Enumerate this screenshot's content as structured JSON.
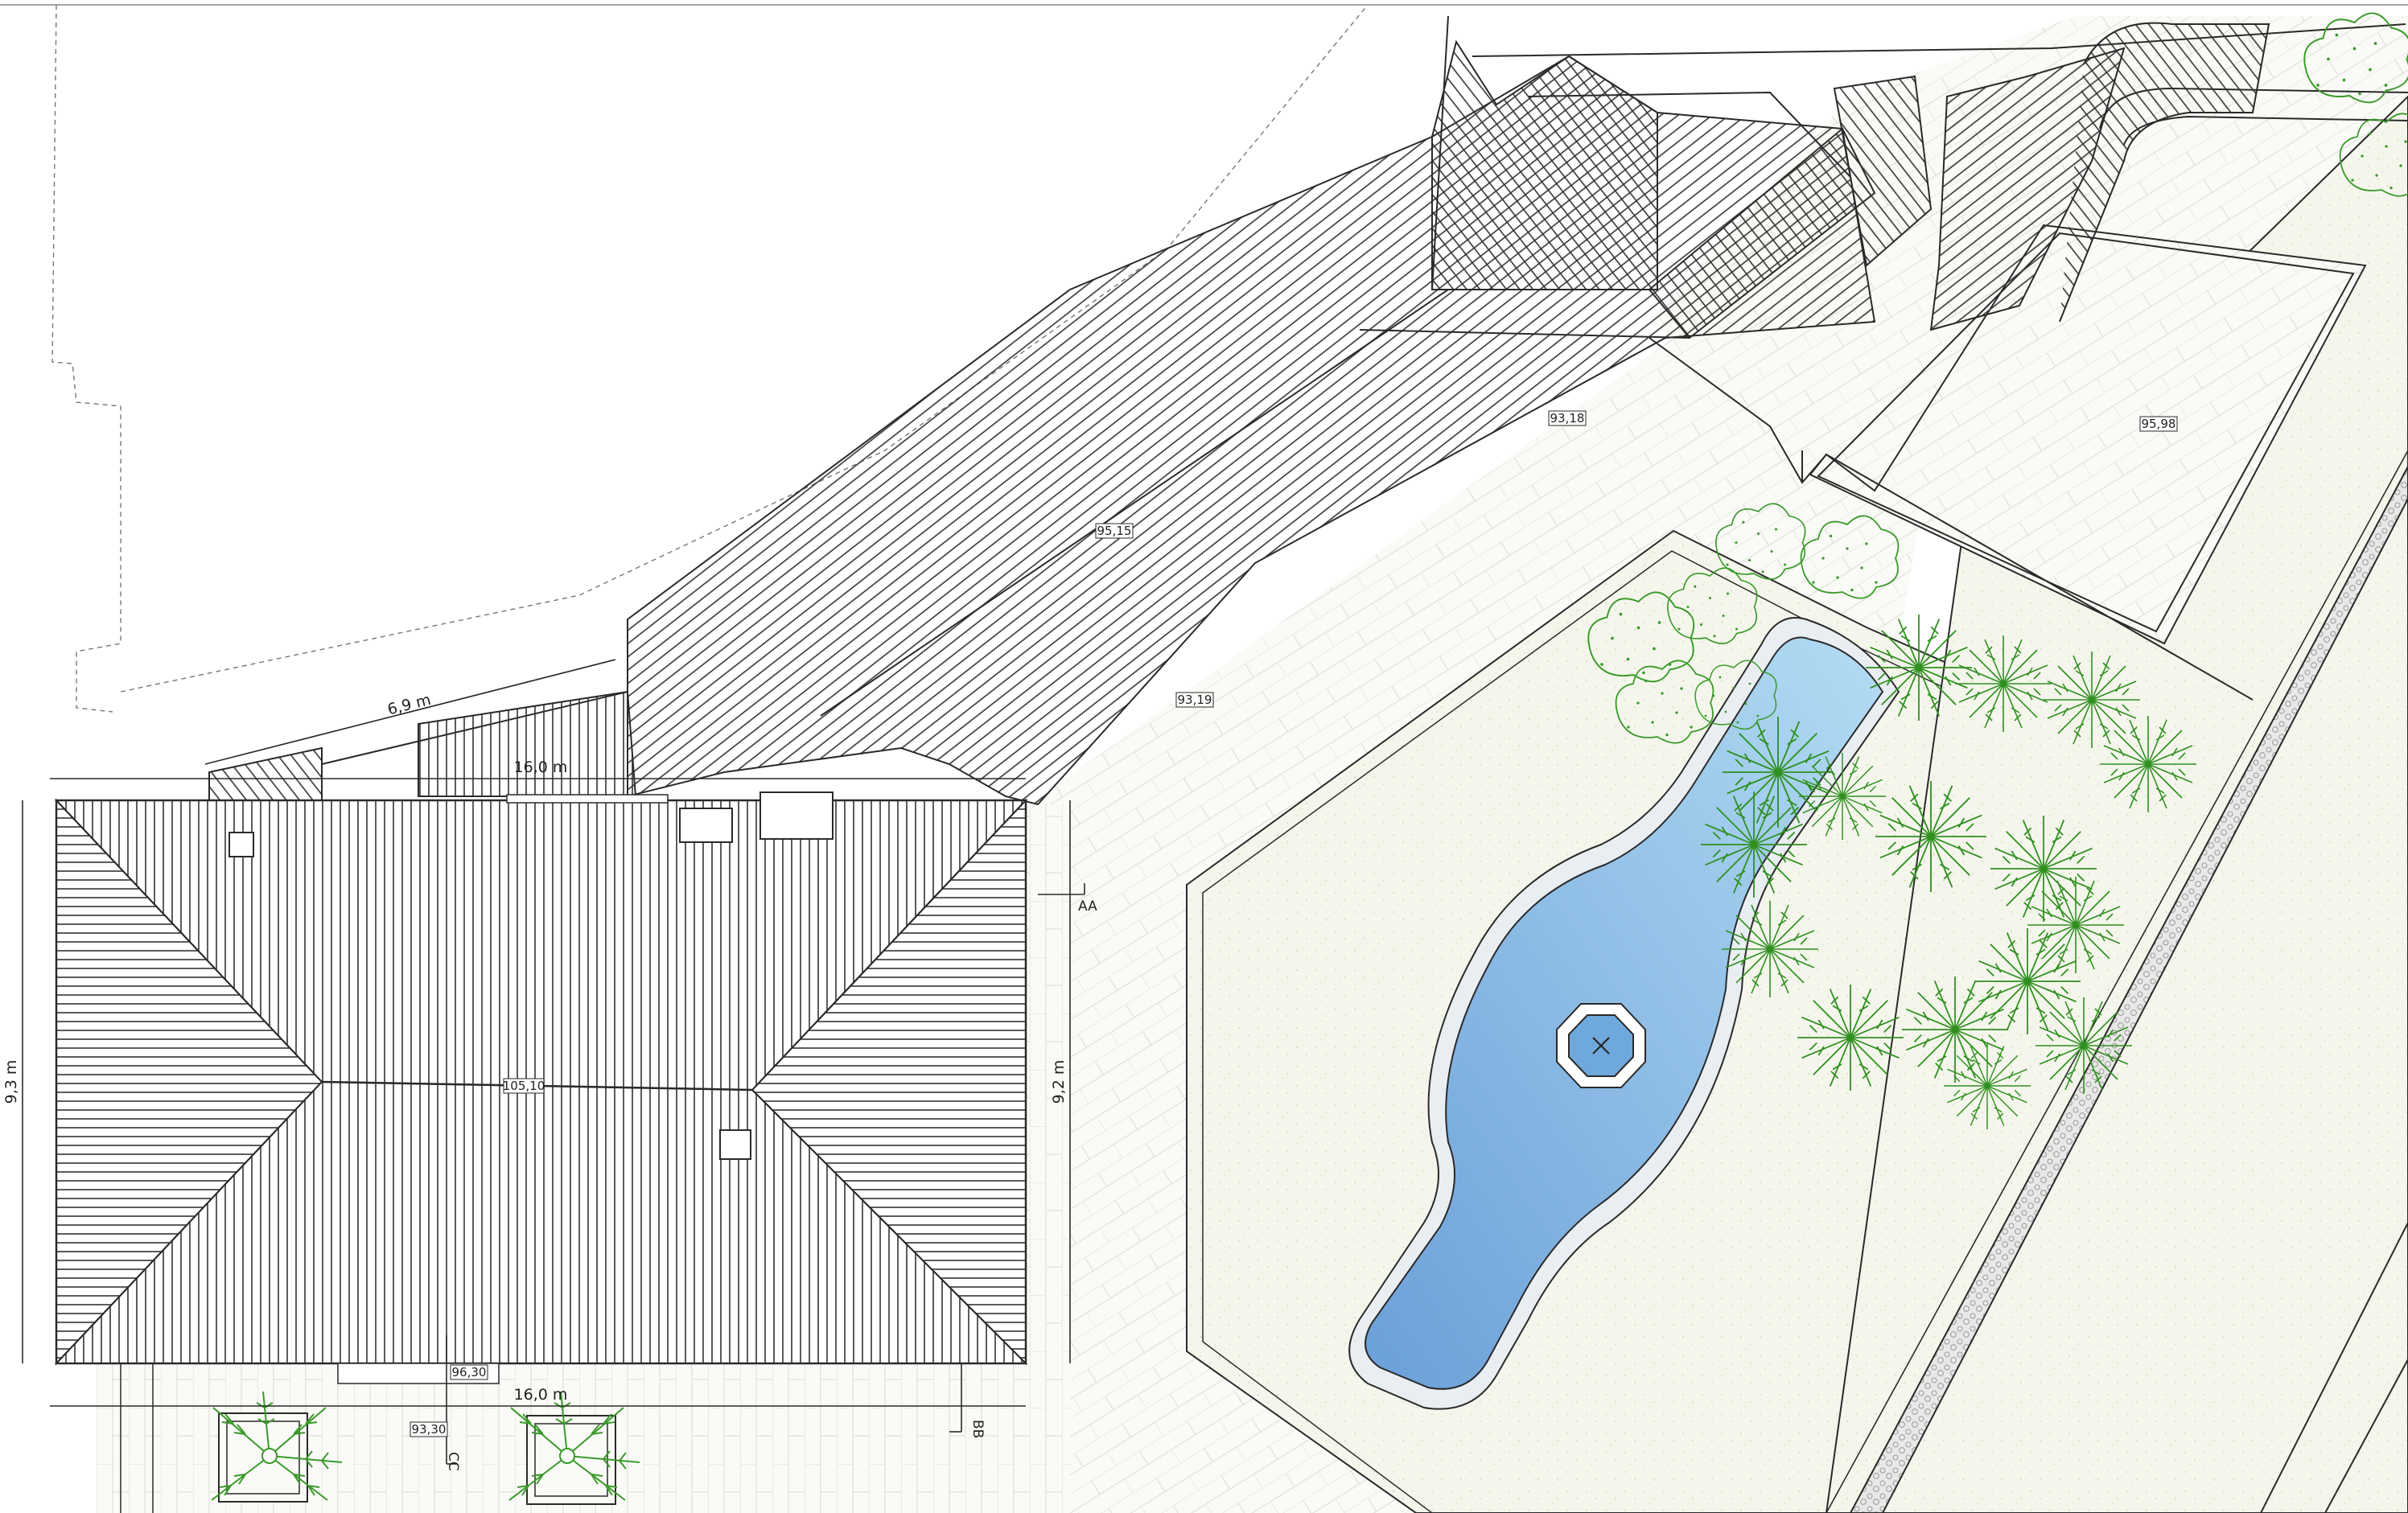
{
  "plan": {
    "elevations": {
      "roof_ridge": "105,10",
      "ramp_upper": "93,18",
      "ramp_lower": "93,19",
      "ramp_mid": "95,15",
      "terrace": "95,98",
      "entrance": "96,30",
      "front_path": "93,30"
    },
    "dimensions": {
      "wall_length": "6,9 m",
      "house_width_top": "16,0 m",
      "house_width_bottom": "16,0 m",
      "house_depth_left": "9,3 m",
      "house_depth_right": "9,2 m"
    },
    "sections": {
      "aa": "AA",
      "bb": "BB",
      "cc": "CC"
    },
    "colors": {
      "line": "#2a2a2a",
      "paving": "#f7f7f2",
      "lawn": "#f3f5ea",
      "water_deep": "#6fa8dc",
      "water_light": "#a9d3f0",
      "planting": "#3a9a2a",
      "gravel": "#d9d9d9"
    },
    "icons": [
      "palm-icon",
      "shrub-icon",
      "fountain-icon"
    ]
  }
}
